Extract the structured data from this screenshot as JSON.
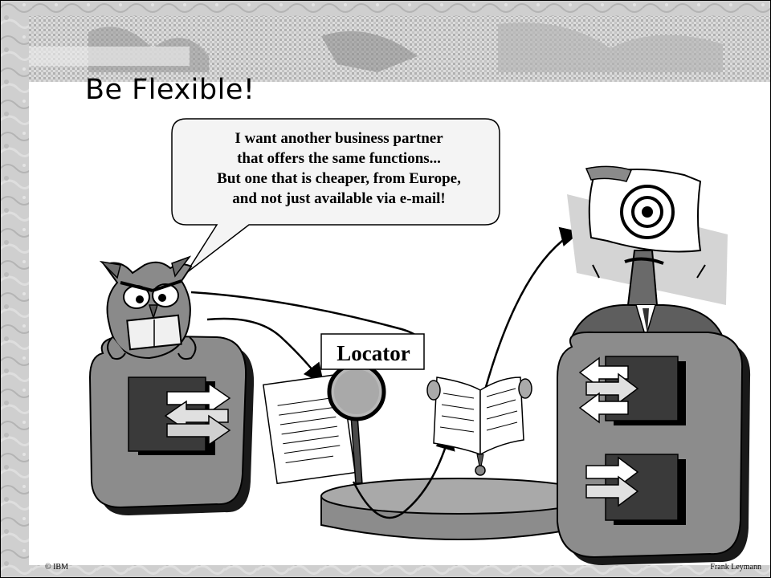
{
  "slide": {
    "title": "Be Flexible!",
    "speech_bubble": {
      "lines": [
        "I want another business partner",
        "that offers the same functions...",
        "But one that is cheaper, from Europe,",
        "and not just available via e-mail!"
      ]
    },
    "locator_label": "Locator",
    "footer_left": "© IBM",
    "footer_right": "Frank Leymann"
  }
}
